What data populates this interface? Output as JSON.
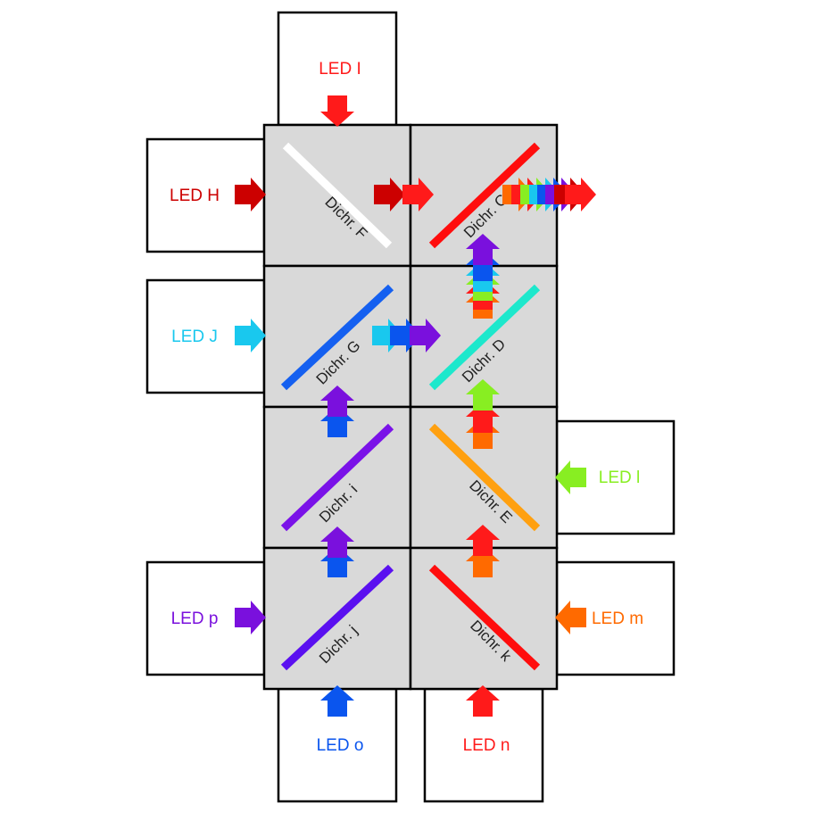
{
  "leds": {
    "I_top": {
      "label": "LED  I",
      "color": "#ff1a1a"
    },
    "H": {
      "label": "LED  H",
      "color": "#cc0000"
    },
    "J": {
      "label": "LED  J",
      "color": "#19c8ee"
    },
    "l": {
      "label": "LED  l",
      "color": "#88ee22"
    },
    "p": {
      "label": "LED  p",
      "color": "#7a10dd"
    },
    "m": {
      "label": "LED  m",
      "color": "#ff6a00"
    },
    "o": {
      "label": "LED  o",
      "color": "#0a55ee"
    },
    "n": {
      "label": "LED  n",
      "color": "#ff1a1a"
    }
  },
  "dichroics": {
    "F": "Dichr. F",
    "C": "Dichr. C",
    "G": "Dichr. G",
    "D": "Dichr. D",
    "i": "Dichr. i",
    "E": "Dichr. E",
    "j": "Dichr. j",
    "k": "Dichr. k"
  }
}
